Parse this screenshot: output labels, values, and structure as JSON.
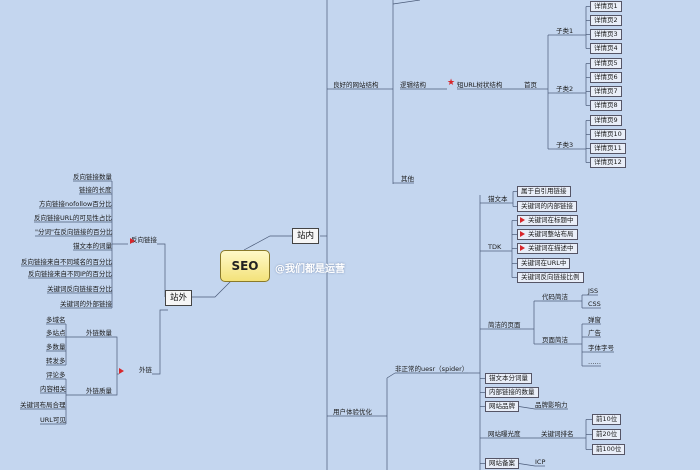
{
  "root": "SEO",
  "watermark": "@我们都是运营",
  "branches": {
    "zhannei": "站内",
    "zhanwai": "站外"
  },
  "zhanwai": {
    "fanxiang": {
      "label": "反向链接",
      "items": [
        "反向链接数量",
        "链接的长度",
        "方向链接nofollow百分比",
        "反向链接URL的可见性占比",
        "\"分词\"在反向链接的百分比",
        "锚文本的词量",
        "反向链接来自不同域名的百分比",
        "反向链接来自不同IP的百分比",
        "关键词反向链接百分比",
        "关键词的外部链接"
      ]
    },
    "wailian": {
      "label": "外链",
      "shuliang": {
        "label": "外链数量",
        "items": [
          "多域名",
          "多站点",
          "多数量",
          "转发多"
        ]
      },
      "zhiliang": {
        "label": "外链质量",
        "items": [
          "评论多",
          "内容相关",
          "关键词布局合理",
          "URL可见"
        ]
      }
    }
  },
  "zhannei": {
    "wangzhan": {
      "label": "良好的网站结构",
      "luoji": "逻辑结构",
      "shortUrl": "短URL树状结构",
      "shouye": "首页",
      "zilei": [
        {
          "label": "子类1",
          "items": [
            "详情页1",
            "详情页2",
            "详情页3",
            "详情页4"
          ]
        },
        {
          "label": "子类2",
          "items": [
            "详情页5",
            "详情页6",
            "详情页7",
            "详情页8"
          ]
        },
        {
          "label": "子类3",
          "items": [
            "详情页9",
            "详情页10",
            "详情页11",
            "详情页12"
          ]
        }
      ],
      "qita": "其他"
    },
    "tiyan": {
      "label": "用户体验优化",
      "spider": "非正常的uesr（spider）",
      "maowenben": "锚文本",
      "maowenbenItems": [
        "属于自引用链接",
        "关键词的内部链接"
      ],
      "tdk": "TDK",
      "tdkItems": [
        "关键词在标题中",
        "关键词整站布局",
        "关键词在描述中",
        "关键词在URL中",
        "关键词反向链接比例"
      ],
      "jianjie": "简洁的页面",
      "daima": "代码简洁",
      "daimaItems": [
        "JSS",
        "CSS"
      ],
      "yemian": "页面简洁",
      "yemianItems": [
        "弹窗",
        "广告",
        "字体字号",
        "……"
      ],
      "others": [
        "锚文本分词量",
        "内部链接的数量"
      ],
      "pinpai": "网站品牌",
      "pinpaiChild": "品牌影响力",
      "baoguang": "网站曝光度",
      "paiming": "关键词排名",
      "paimingItems": [
        "前10位",
        "前20位",
        "前100位"
      ],
      "beian": "网站备案",
      "icp": "ICP"
    }
  }
}
